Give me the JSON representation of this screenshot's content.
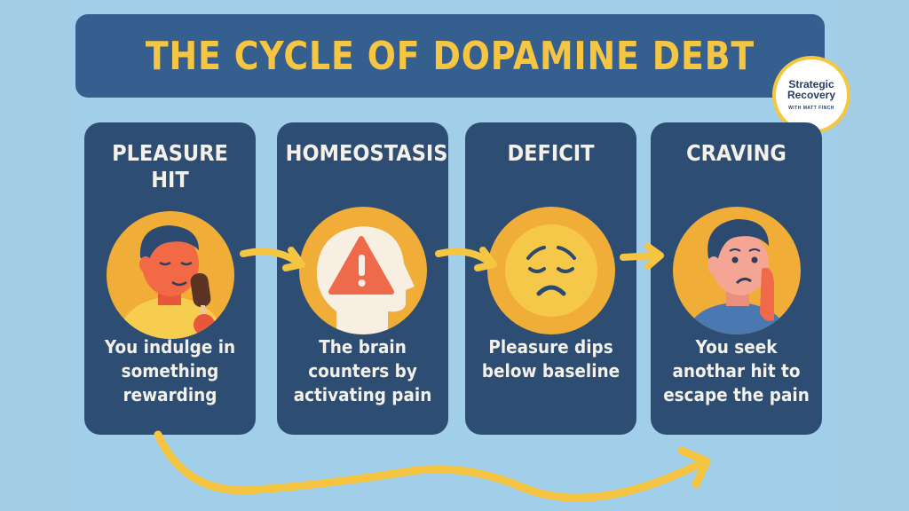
{
  "title": "THE CYCLE OF DOPAMINE DEBT",
  "logo": {
    "name_line1": "Strategic",
    "name_line2": "Recovery",
    "subtitle": "WITH MATT FINCH"
  },
  "colors": {
    "background": "#a1cfe9",
    "card": "#2d4e72",
    "title_bar": "#345f8e",
    "accent_yellow": "#f6c542",
    "icon_orange": "#f0ad38",
    "warning_red": "#ef6a4a"
  },
  "steps": [
    {
      "title": "PLEASURE HIT",
      "icon": "person-eating-ice-cream-icon",
      "description": "You indulge in something rewarding"
    },
    {
      "title": "HOMEOSTASIS",
      "icon": "head-warning-icon",
      "description": "The brain counters by activating pain"
    },
    {
      "title": "DEFICIT",
      "icon": "sad-face-icon",
      "description": "Pleasure dips below baseline"
    },
    {
      "title": "CRAVING",
      "icon": "worried-person-icon",
      "description": "You seek anothar hit to escape the pain"
    }
  ]
}
